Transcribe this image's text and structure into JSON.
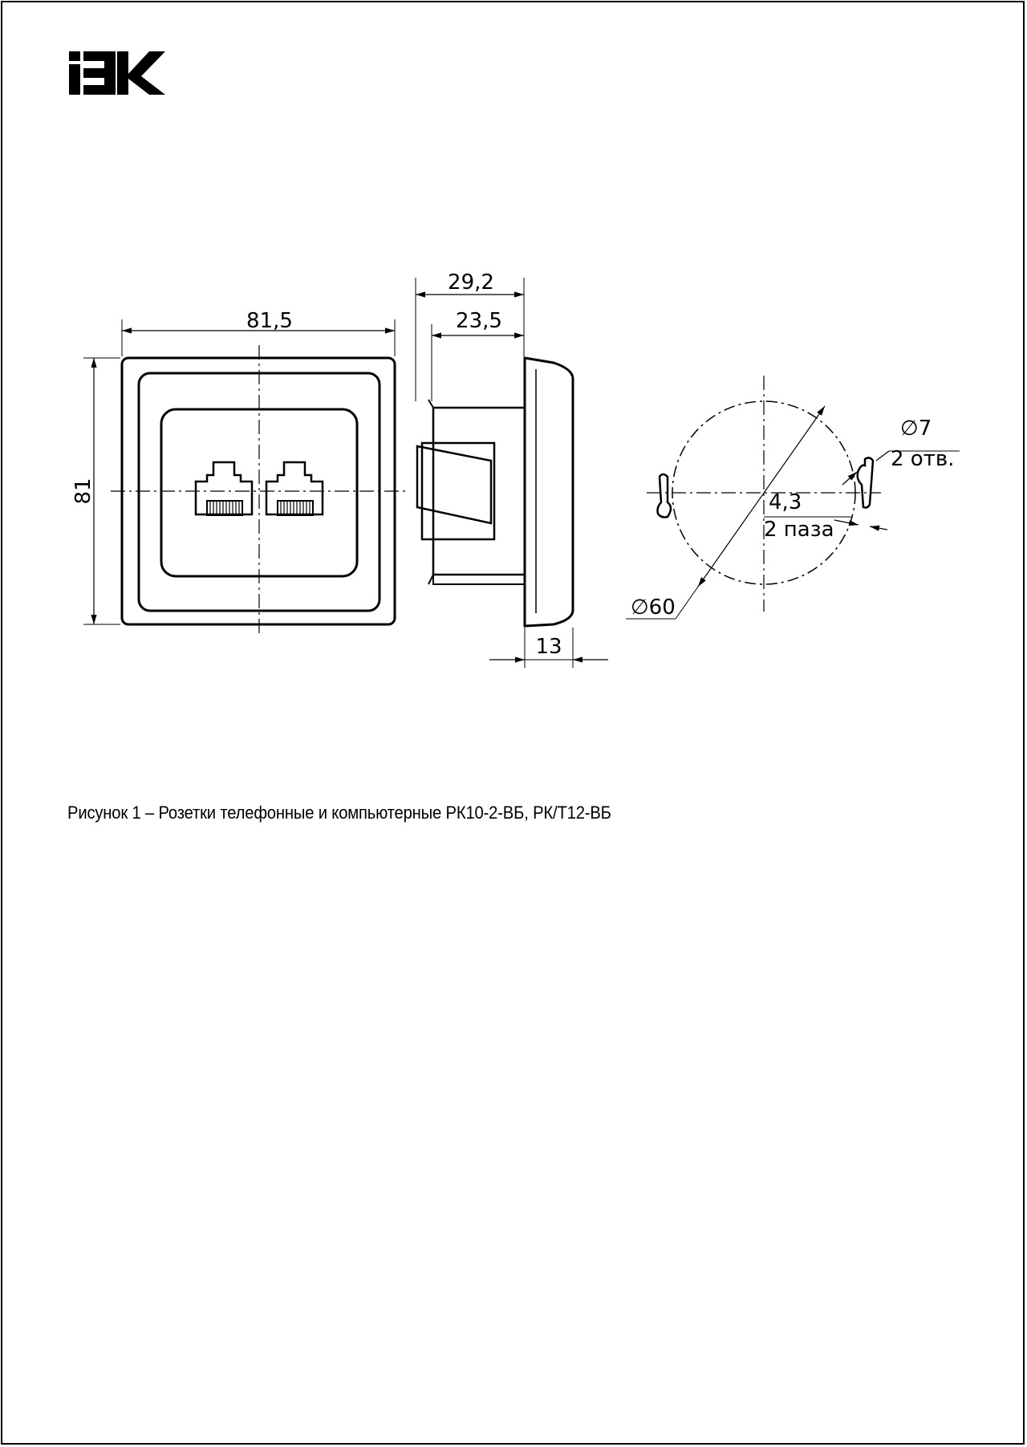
{
  "logo": {
    "text": "IEK"
  },
  "dimensions": {
    "width_front": "81,5",
    "height_front": "81",
    "depth_total": "29,2",
    "depth_body": "23,5",
    "frame_depth": "13",
    "hole_diameter": "∅7",
    "hole_count": "2 отв.",
    "slot_width": "4,3",
    "slot_count": "2 паза",
    "mount_diameter": "∅60"
  },
  "caption": {
    "text": "Рисунок 1 – Розетки телефонные и компьютерные РК10-2-ВБ, РК/Т12-ВБ"
  }
}
